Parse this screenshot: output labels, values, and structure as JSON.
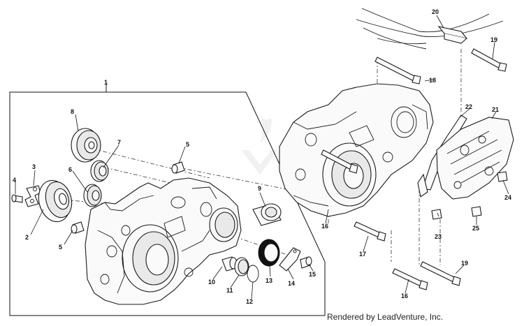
{
  "diagram": {
    "callouts": {
      "c1": "1",
      "c2": "2",
      "c3": "3",
      "c4": "4",
      "c5a": "5",
      "c5b": "5",
      "c6": "6",
      "c7": "7",
      "c8": "8",
      "c9": "9",
      "c10": "10",
      "c11": "11",
      "c12": "12",
      "c13": "13",
      "c14": "14",
      "c15": "15",
      "c16a": "16",
      "c16b": "16",
      "c17": "17",
      "c18": "18",
      "c19a": "19",
      "c19b": "19",
      "c20": "20",
      "c21": "21",
      "c22": "22",
      "c23": "23",
      "c24": "24",
      "c25": "25"
    },
    "credit": "Rendered by LeadVenture, Inc."
  }
}
